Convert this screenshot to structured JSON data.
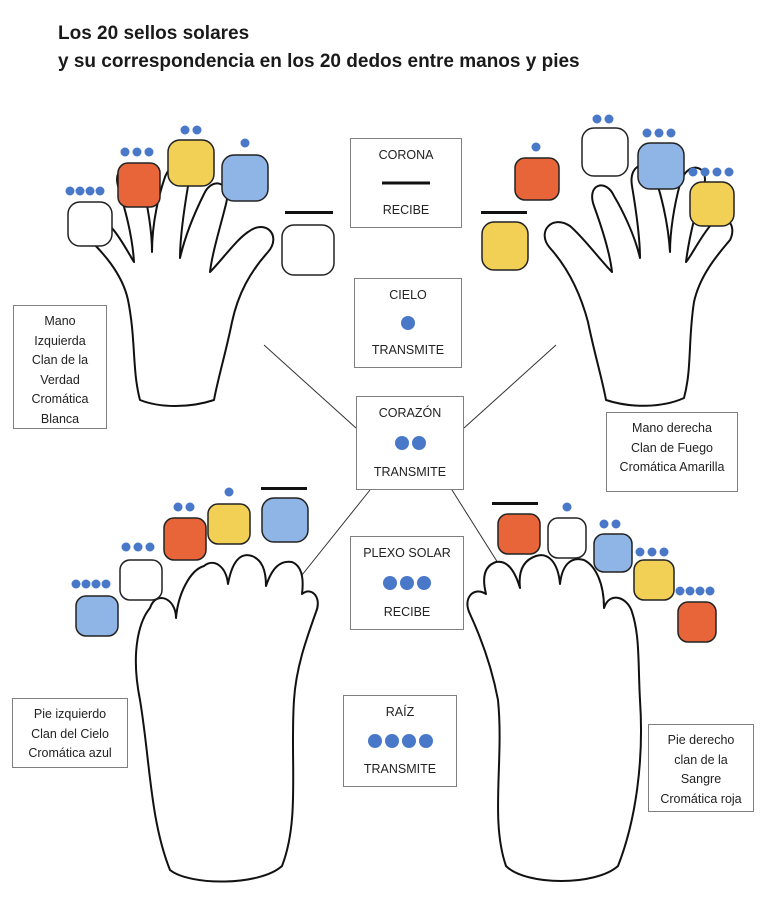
{
  "title": {
    "line1": "Los 20 sellos solares",
    "line2": "y su correspondencia en los 20 dedos entre manos y pies"
  },
  "chakras": [
    {
      "name": "CORONA",
      "action": "RECIBE",
      "marker": "bar"
    },
    {
      "name": "CIELO",
      "action": "TRANSMITE",
      "dots": 1
    },
    {
      "name": "CORAZÓN",
      "action": "TRANSMITE",
      "dots": 2
    },
    {
      "name": "PLEXO SOLAR",
      "action": "RECIBE",
      "dots": 3
    },
    {
      "name": "RAÍZ",
      "action": "TRANSMITE",
      "dots": 4
    }
  ],
  "labels": {
    "left_hand": [
      "Mano",
      "Izquierda",
      "Clan de la",
      "Verdad",
      "Cromática",
      "Blanca"
    ],
    "right_hand": [
      "Mano derecha",
      "Clan de Fuego",
      "Cromática Amarilla"
    ],
    "left_foot": [
      "Pie izquierdo",
      "Clan del Cielo",
      "Cromática azul"
    ],
    "right_foot": [
      "Pie derecho",
      "clan de la",
      "Sangre",
      "Cromática roja"
    ]
  },
  "colors": {
    "dot": "#4a78c8",
    "seal_white": "#ffffff",
    "seal_red": "#e8653a",
    "seal_yellow": "#f2cf55",
    "seal_blue": "#8fb4e6"
  }
}
